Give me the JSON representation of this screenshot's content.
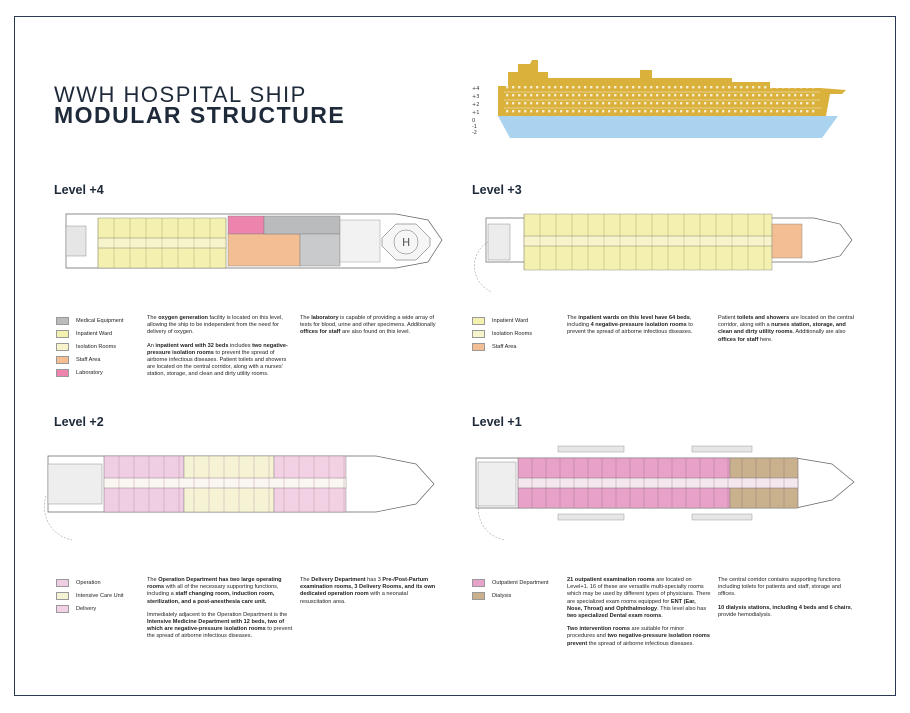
{
  "header": {
    "title_line1": "WWH HOSPITAL SHIP",
    "title_line2": "MODULAR STRUCTURE"
  },
  "profile": {
    "level_labels": [
      "+4",
      "+3",
      "+2",
      "+1",
      "0",
      "-1",
      "-2"
    ],
    "ship_color": "#d9b13b",
    "water_color": "#a9d3ef"
  },
  "colors": {
    "medical_equipment": "#b9bbbd",
    "inpatient_ward": "#f3f0b0",
    "isolation_rooms": "#f7f4cc",
    "staff_area": "#f3be93",
    "laboratory": "#ec84ad",
    "operation": "#efcde2",
    "intensive_care": "#f6f2d4",
    "delivery": "#f3d1e4",
    "outpatient": "#e8a1c8",
    "dialysis": "#c8b18c"
  },
  "level4": {
    "label": "Level +4",
    "legend": [
      "Medical Equipment",
      "Inpatient Ward",
      "Isolation Rooms",
      "Staff Area",
      "Laboratory"
    ],
    "col1_p1_a": "The ",
    "col1_p1_b": "oxygen generation",
    "col1_p1_c": " facility is located on this level, allowing the ship to be independent from the need for delivery of oxygen.",
    "col1_p2_a": "An ",
    "col1_p2_b": "inpatient ward with 32 beds",
    "col1_p2_c": " includes ",
    "col1_p2_d": "two negative-pressure isolation rooms",
    "col1_p2_e": " to prevent the spread of airborne infectious diseases. Patient toilets and showers are located on the central corridor, along with a nurses' station, storage, and clean and dirty utility rooms.",
    "col2_p1_a": "The ",
    "col2_p1_b": "laboratory",
    "col2_p1_c": " is capable of providing a wide array of tests for blood, urine and other specimens. Additionally ",
    "col2_p1_d": "offices for staff",
    "col2_p1_e": " are also found on this level."
  },
  "level3": {
    "label": "Level +3",
    "legend": [
      "Inpatient Ward",
      "Isolation Rooms",
      "Staff Area"
    ],
    "col1_p1_a": "The ",
    "col1_p1_b": "inpatient wards on this level have 64 beds",
    "col1_p1_c": ", including ",
    "col1_p1_d": "4 negative-pressure isolation rooms",
    "col1_p1_e": " to prevent the spread of airborne infectious diseases.",
    "col2_p1_a": "Patient ",
    "col2_p1_b": "toilets and showers",
    "col2_p1_c": " are located on the central corridor, along with a ",
    "col2_p1_d": "nurses station, storage, and clean and dirty utility rooms",
    "col2_p1_e": ". Additionally are also ",
    "col2_p1_f": "offices for staff",
    "col2_p1_g": " here."
  },
  "level2": {
    "label": "Level +2",
    "legend": [
      "Operation",
      "Intensive Care Unit",
      "Delivery"
    ],
    "col1_p1_a": "The ",
    "col1_p1_b": "Operation Department has two large operating rooms",
    "col1_p1_c": " with all of the necessary supporting functions, including a ",
    "col1_p1_d": "staff changing room, induction room, sterilization, and a post-anesthesia care unit.",
    "col1_p2_a": "Immediately adjacent to the Operation Department is the ",
    "col1_p2_b": "Intensive Medicine Department with 12 beds, two of which are negative-pressure isolation rooms",
    "col1_p2_c": " to prevent the spread of airborne infectious diseases.",
    "col2_p1_a": "The ",
    "col2_p1_b": "Delivery Department",
    "col2_p1_c": " has 3 ",
    "col2_p1_d": "Pre-/Post-Partum examination rooms, 3 Delivery Rooms, and its own dedicated operation room",
    "col2_p1_e": " with a neonatal resuscitation area."
  },
  "level1": {
    "label": "Level +1",
    "legend": [
      "Outpatient Department",
      "Dialysis"
    ],
    "col1_p1_a": "21 outpatient examination rooms",
    "col1_p1_b": " are located on Level+1. 16 of these are versatile multi-specialty rooms which may be used by different types of physicians. There are specialized exam rooms equipped for ",
    "col1_p1_c": "ENT (Ear, Nose, Throat) and Ophthalmology",
    "col1_p1_d": ". This level also has ",
    "col1_p1_e": "two specialized Dental exam rooms",
    "col1_p1_f": ".",
    "col1_p2_a": "Two intervention rooms",
    "col1_p2_b": " are suitable for minor procedures and ",
    "col1_p2_c": "two negative-pressure isolation rooms prevent",
    "col1_p2_d": " the spread of airborne infectious diseases.",
    "col2_p1_a": "The central corridor contains supporting functions including toilets for patients and staff, storage and offices.",
    "col2_p2_a": "10 dialysis stations, including 4 beds and 6 chairs",
    "col2_p2_b": ", provide hemodialysis."
  }
}
